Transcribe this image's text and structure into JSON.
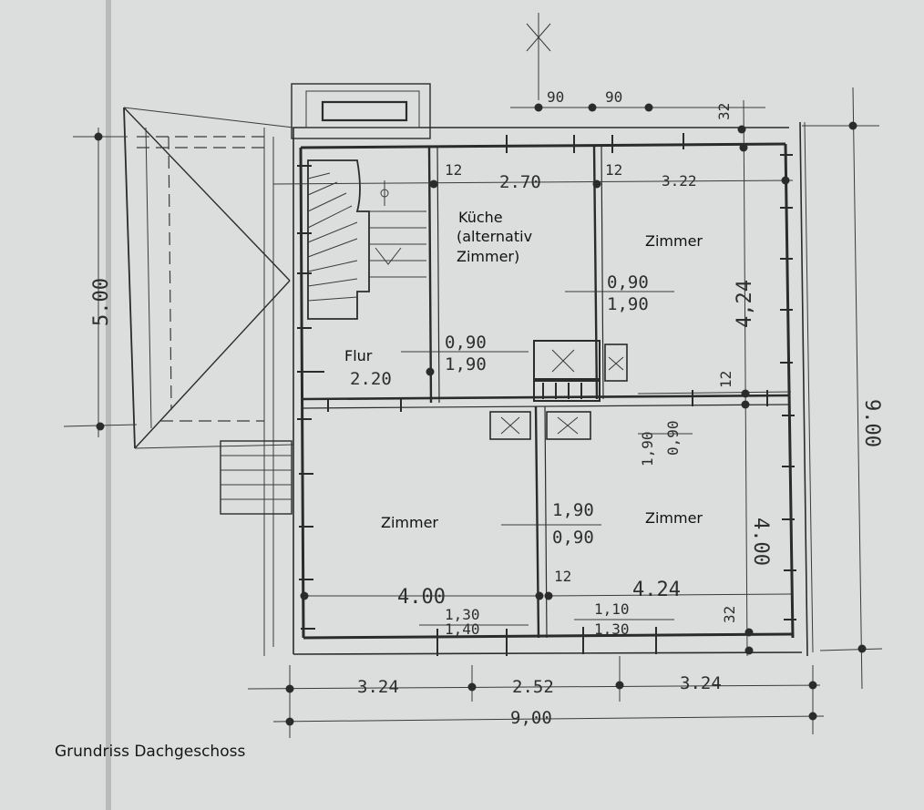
{
  "plan": {
    "caption": "Grundriss Dachgeschoss",
    "rooms": {
      "kitchen": "Küche",
      "kitchen_alt_1": "(alternativ",
      "kitchen_alt_2": "Zimmer)",
      "room_ne": "Zimmer",
      "hall": "Flur",
      "room_sw": "Zimmer",
      "room_se": "Zimmer"
    },
    "dimensions": {
      "top_90_a": "90",
      "top_90_b": "90",
      "top_32": "32",
      "wall_12_a": "12",
      "wall_12_b": "12",
      "width_kitchen": "2.70",
      "width_room_ne": "3.22",
      "door_ne_w": "0,90",
      "door_ne_h": "1,90",
      "height_room_ne": "4,24",
      "door_hall_w": "0,90",
      "door_hall_h": "1,90",
      "width_hall": "2.20",
      "wall_12_c": "12",
      "left_height": "5.00",
      "right_total": "9.00",
      "door_se_h": "1,90",
      "door_se_w": "0,90",
      "door_sw_h": "1,90",
      "door_sw_w": "0,90",
      "height_room_se": "4.00",
      "wall_12_d": "12",
      "width_room_sw": "4.00",
      "width_room_se": "4.24",
      "win_sw_1": "1,30",
      "win_sw_2": "1,40",
      "win_se_1": "1,10",
      "win_se_2": "1,30",
      "bottom_32": "32",
      "bottom_left": "3.24",
      "bottom_mid": "2.52",
      "bottom_right": "3.24",
      "bottom_total": "9,00"
    }
  }
}
